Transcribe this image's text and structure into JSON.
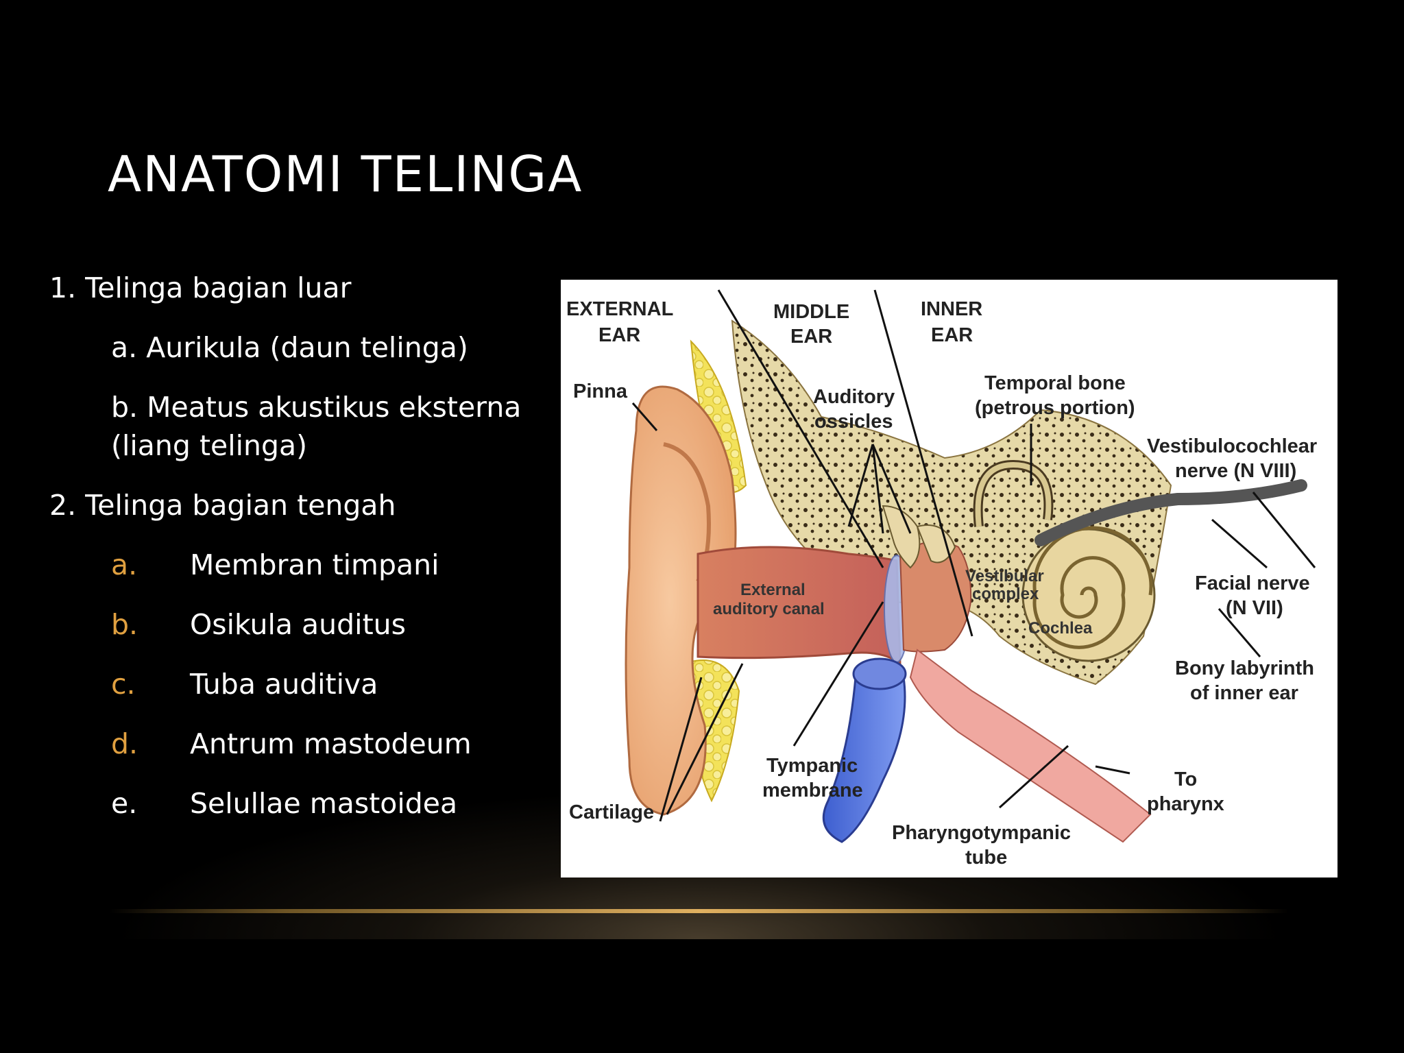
{
  "slide": {
    "title": "ANATOMI TELINGA",
    "list": {
      "item1": "1. Telinga bagian luar",
      "item1a": "a. Aurikula (daun telinga)",
      "item1b_line1": "b. Meatus akustikus eksterna",
      "item1b_line2": "(liang telinga)",
      "item2": "2. Telinga bagian tengah",
      "subitems": [
        {
          "marker": "a.",
          "text": "Membran timpani"
        },
        {
          "marker": "b.",
          "text": "Osikula auditus"
        },
        {
          "marker": "c.",
          "text": "Tuba auditiva"
        },
        {
          "marker": "d.",
          "text": "Antrum mastodeum"
        },
        {
          "marker": "e.",
          "text": "Selullae mastoidea"
        }
      ]
    }
  },
  "figure": {
    "labels": {
      "external_ear_1": "EXTERNAL",
      "external_ear_2": "EAR",
      "middle_ear_1": "MIDDLE",
      "middle_ear_2": "EAR",
      "inner_ear_1": "INNER",
      "inner_ear_2": "EAR",
      "pinna": "Pinna",
      "auditory_ossicles_1": "Auditory",
      "auditory_ossicles_2": "ossicles",
      "temporal_bone_1": "Temporal bone",
      "temporal_bone_2": "(petrous portion)",
      "vestibulocochlear_1": "Vestibulocochlear",
      "vestibulocochlear_2": "nerve (N VIII)",
      "facial_nerve_1": "Facial nerve",
      "facial_nerve_2": "(N VII)",
      "external_canal_1": "External",
      "external_canal_2": "auditory canal",
      "vestibular_1": "Vestibular",
      "vestibular_2": "complex",
      "cochlea": "Cochlea",
      "bony_labyrinth_1": "Bony labyrinth",
      "bony_labyrinth_2": "of inner ear",
      "tympanic_1": "Tympanic",
      "tympanic_2": "membrane",
      "to_pharynx_1": "To",
      "to_pharynx_2": "pharynx",
      "cartilage": "Cartilage",
      "pharyngotympanic_1": "Pharyngotympanic",
      "pharyngotympanic_2": "tube"
    }
  },
  "colors": {
    "background": "#000000",
    "accent_gold": "#e0a040",
    "text": "#ffffff"
  }
}
